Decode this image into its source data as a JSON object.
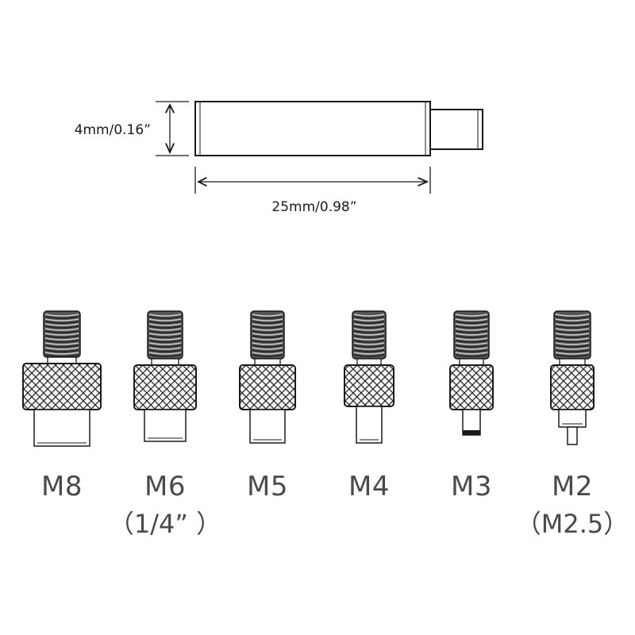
{
  "dimensions": {
    "diameter": "4mm/0.16”",
    "length": "25mm/0.98”"
  },
  "tips": [
    {
      "size": "M8",
      "note": ""
    },
    {
      "size": "M6",
      "note": "（1/4” ）"
    },
    {
      "size": "M5",
      "note": ""
    },
    {
      "size": "M4",
      "note": ""
    },
    {
      "size": "M3",
      "note": ""
    },
    {
      "size": "M2",
      "note": "（M2.5）"
    }
  ],
  "colors": {
    "line": "#1a1a1a",
    "metal_dark": "#3a3a3a",
    "metal_light": "#f4f4f4",
    "label": "#4a4a4a"
  }
}
